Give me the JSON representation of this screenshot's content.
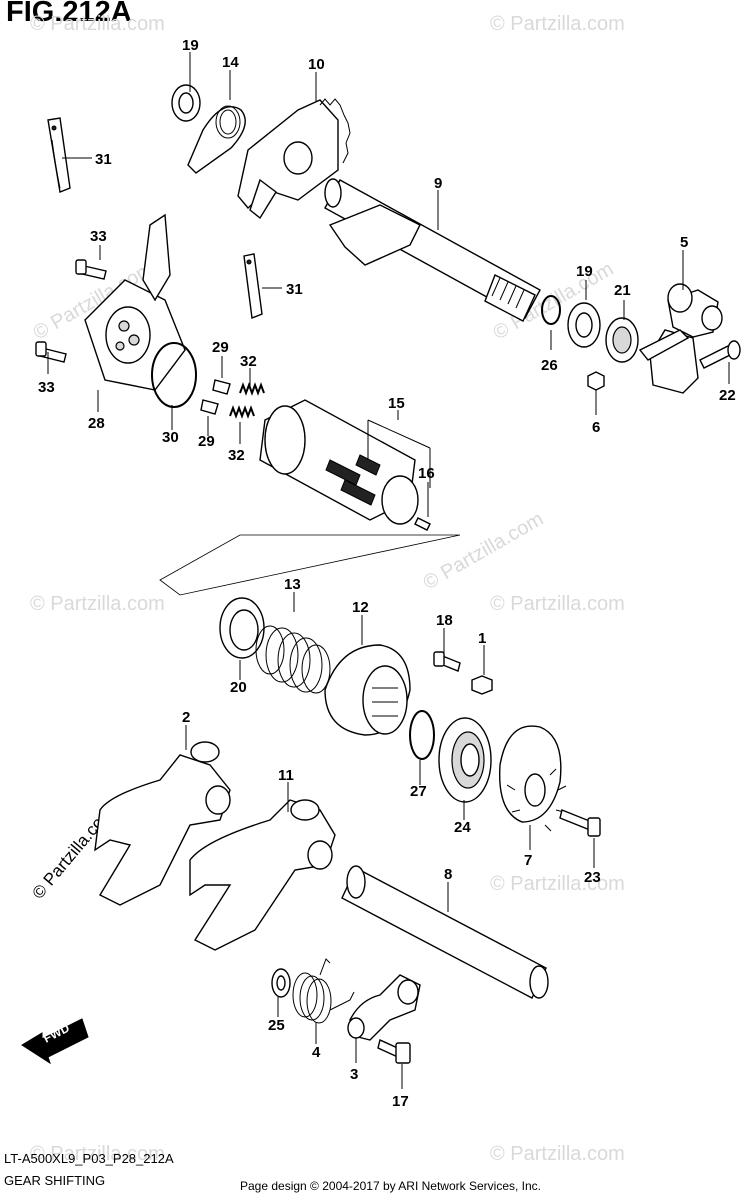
{
  "figure": {
    "title": "FIG.212A",
    "diagram_code": "LT-A500XL9_P03_P28_212A",
    "diagram_name": "GEAR SHIFTING",
    "copyright": "Page design © 2004-2017 by ARI Network Services, Inc.",
    "watermark": "© Partzilla.com",
    "fwd_label": "FWD"
  },
  "callouts": [
    "1",
    "2",
    "3",
    "4",
    "5",
    "6",
    "7",
    "8",
    "9",
    "10",
    "11",
    "12",
    "13",
    "14",
    "15",
    "16",
    "17",
    "18",
    "19",
    "20",
    "21",
    "22",
    "23",
    "24",
    "25",
    "26",
    "27",
    "28",
    "29",
    "30",
    "31",
    "32",
    "33"
  ]
}
